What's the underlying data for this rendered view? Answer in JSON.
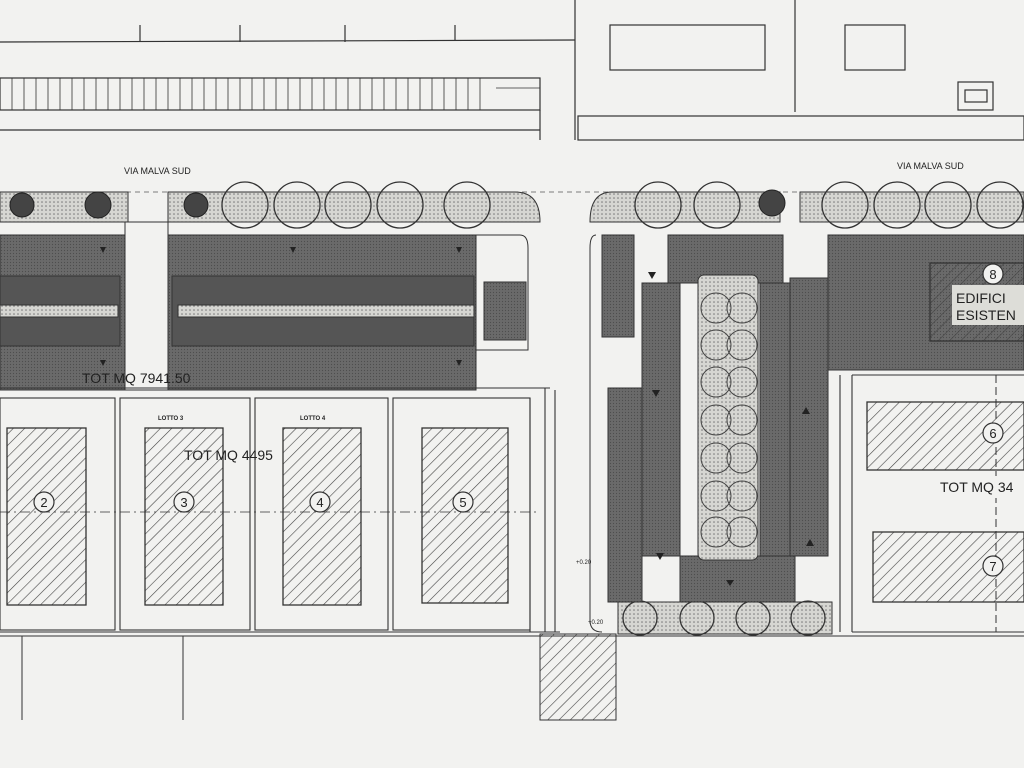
{
  "streets": {
    "left": "VIA MALVA SUD",
    "right": "VIA MALVA SUD"
  },
  "totals": {
    "parking": "TOT MQ 7941.50",
    "lots_left": "TOT MQ 4495",
    "lots_right": "TOT MQ 34"
  },
  "lot_labels": {
    "lotto3": "LOTTO 3",
    "lotto4": "LOTTO 4"
  },
  "lot_numbers": [
    "2",
    "3",
    "4",
    "5",
    "6",
    "7",
    "8"
  ],
  "building": {
    "line1": "EDIFICI",
    "line2": "ESISTEN"
  },
  "elevations": {
    "e1": "+0.20",
    "e2": "+0.20"
  },
  "colors": {
    "paper": "#f2f2f0",
    "line": "#333333",
    "asphalt": "#6e6e6e",
    "asphalt_dark": "#555555",
    "hedge": "#c8c8c4"
  }
}
